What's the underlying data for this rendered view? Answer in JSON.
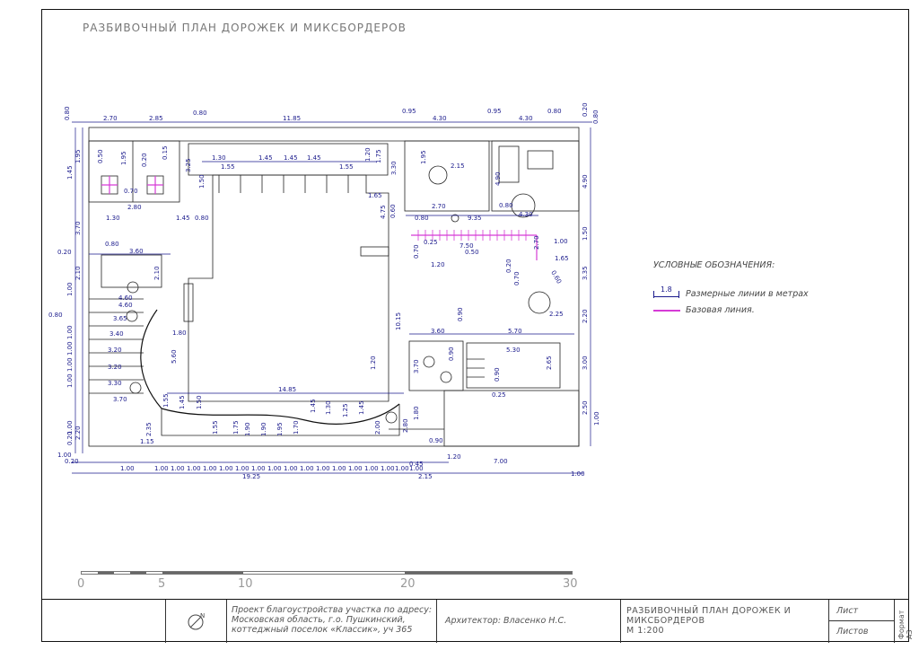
{
  "sheet_title": "РАЗБИВОЧНЫЙ ПЛАН ДОРОЖЕК И МИКСБОРДЕРОВ",
  "legend": {
    "heading": "УСЛОВНЫЕ ОБОЗНАЧЕНИЯ:",
    "dim_sample": "1.8",
    "dim_text": "Размерные линии в метрах",
    "base_text": "Базовая линия.",
    "base_color": "#d63bd6",
    "dim_color": "#1a1a8c"
  },
  "scale": {
    "labels": [
      "0",
      "5",
      "10",
      "20",
      "30"
    ]
  },
  "title_block": {
    "project": "Проект благоустройства участка по адресу: Московская область, г.о. Пушкинский, коттеджный поселок «Классик», уч 365",
    "project_l1": "Проект благоустройства участка по адресу:",
    "project_l2": "Московская область, г.о. Пушкинский,",
    "project_l3": "коттеджный поселок «Классик», уч 365",
    "architect": "Архитектор: Власенко Н.С.",
    "drawing_title_l1": "РАЗБИВОЧНЫЙ ПЛАН ДОРОЖЕК И",
    "drawing_title_l2": "МИКСБОРДЕРОВ",
    "drawing_scale": "М 1:200",
    "sheet_label": "Лист",
    "sheets_label": "Листов",
    "format": "Формат А3",
    "north_icon": "north-arrow-icon"
  },
  "dims": {
    "top": [
      "0.80",
      "2.70",
      "2.85",
      "0.80",
      "11.85",
      "0.95",
      "4.30",
      "0.95",
      "4.30",
      "0.80",
      "0.20",
      "0.80"
    ],
    "left": [
      "1.45",
      "1.95",
      "3.70",
      "0.20",
      "2.10",
      "1.00",
      "0.80",
      "1.00",
      "1.00",
      "1.00",
      "1.00",
      "1.00",
      "0.20",
      "2.20",
      "1.00",
      "0.20"
    ],
    "bottom": [
      "1.00",
      "1.00",
      "1.00",
      "1.00",
      "1.00",
      "1.00",
      "1.00",
      "1.00",
      "1.00",
      "1.00",
      "1.00",
      "1.00",
      "1.00",
      "1.00",
      "1.00",
      "1.00",
      "1.00",
      "1.00",
      "19.25",
      "2.15",
      "7.00",
      "1.00",
      "0.45",
      "1.20",
      "0.90",
      "1.15"
    ],
    "right": [
      "4.90",
      "1.50",
      "3.35",
      "2.20",
      "3.00",
      "2.50",
      "1.00",
      "1.00"
    ],
    "interior": [
      "0.50",
      "1.95",
      "0.20",
      "0.15",
      "0.70",
      "2.80",
      "1.30",
      "1.45",
      "0.80",
      "3.25",
      "1.30",
      "1.55",
      "1.45",
      "1.45",
      "1.45",
      "1.55",
      "1.20",
      "1.75",
      "1.50",
      "1.65",
      "3.30",
      "1.95",
      "2.15",
      "2.70",
      "4.90",
      "0.80",
      "4.30",
      "0.60",
      "4.75",
      "0.80",
      "9.35",
      "0.25",
      "7.50",
      "0.50",
      "2.70",
      "1.65",
      "0.70",
      "1.20",
      "0.20",
      "0.70",
      "0.60",
      "0.80",
      "3.60",
      "2.10",
      "4.60",
      "4.60",
      "3.65",
      "3.40",
      "3.20",
      "3.20",
      "3.30",
      "3.70",
      "1.80",
      "5.60",
      "10.15",
      "0.90",
      "3.60",
      "5.70",
      "2.25",
      "5.30",
      "2.65",
      "0.90",
      "0.25",
      "3.70",
      "0.90",
      "1.20",
      "14.85",
      "1.55",
      "1.45",
      "1.50",
      "1.55",
      "1.75",
      "1.90",
      "1.90",
      "1.95",
      "1.70",
      "1.45",
      "1.30",
      "1.25",
      "1.45",
      "2.00",
      "2.80",
      "1.80",
      "2.35"
    ]
  }
}
